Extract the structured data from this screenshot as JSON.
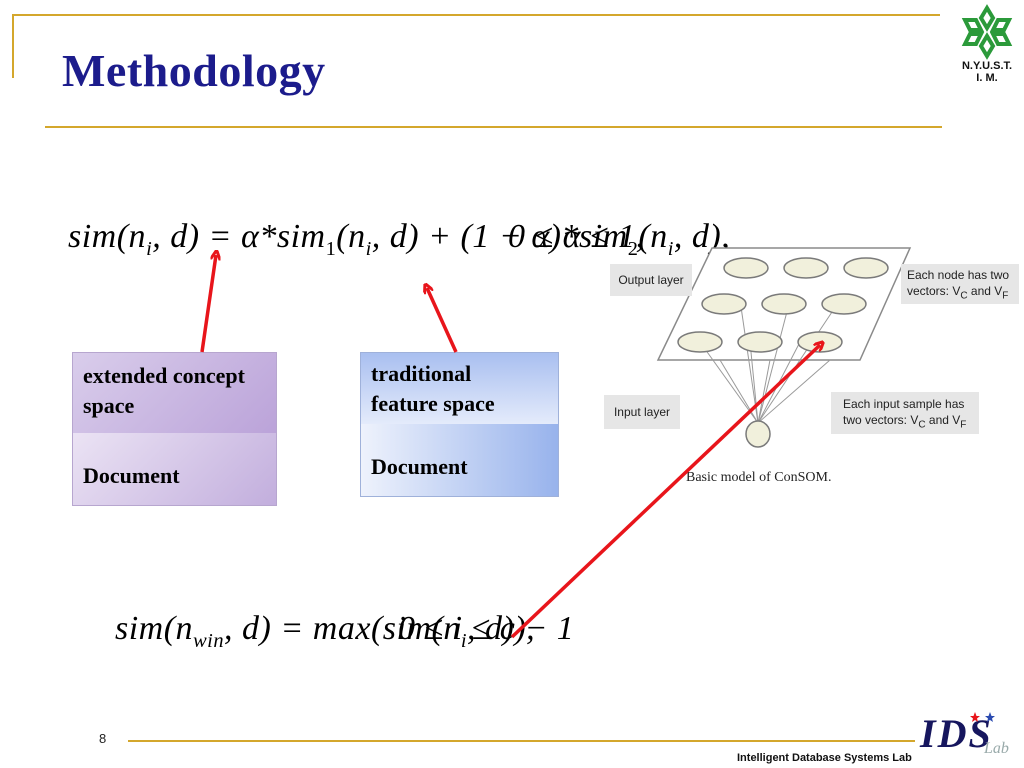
{
  "slide": {
    "title": "Methodology",
    "page_number": "8",
    "footer_lab": "Intelligent Database Systems Lab"
  },
  "logo": {
    "line1": "N.Y.U.S.T.",
    "line2": "I. M."
  },
  "ids_logo": {
    "text": "IDS",
    "tag": "Lab"
  },
  "formula1": {
    "lhs": "sim(n",
    "lhs_sub": "i",
    "lhs_end": ", d) = ",
    "alpha_term": "α*sim",
    "alpha_sub": "1",
    "alpha_args": "(n",
    "alpha_args_sub": "i",
    "alpha_args_end": ", d) + (1 − α)*sim",
    "beta_sub": "2",
    "beta_args": "(n",
    "beta_args_sub": "i",
    "beta_args_end": ", d),",
    "range": "0 ≤ α ≤ 1,"
  },
  "formula2": {
    "lhs": "sim(n",
    "lhs_sub": "win",
    "lhs_end": ", d) = max(sim(n",
    "max_sub": "i",
    "max_end": ", d)),",
    "range": "0 ≤ i ≤ c − 1"
  },
  "box_extended": {
    "top": "extended concept space",
    "bottom": "Document"
  },
  "box_traditional": {
    "top": "traditional feature space",
    "bottom": "Document"
  },
  "consom": {
    "output_layer": "Output layer",
    "input_layer": "Input layer",
    "node_note": "Each node has two vectors: V",
    "node_note_sub1": "C",
    "node_note_and": " and V",
    "node_note_sub2": "F",
    "input_note": "Each input sample has two vectors: V",
    "input_note_sub1": "C",
    "input_note_and": " and V",
    "input_note_sub2": "F",
    "caption": "Basic model of ConSOM."
  },
  "colors": {
    "title": "#1c1c8c",
    "gold_line": "#d4a72c",
    "arrow": "#e8151b",
    "purple_box": "#c7b2dd",
    "blue_box": "#a9bff0"
  }
}
